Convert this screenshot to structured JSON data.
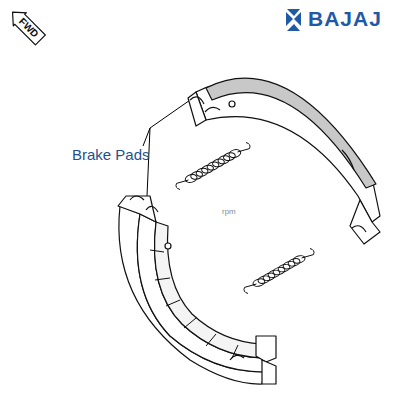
{
  "diagram": {
    "nodes": [
      {
        "text": [
          "FWD"
        ]
      }
    ],
    "labels": [
      "BAJAJ",
      "Brake Pads",
      "rpm"
    ]
  }
}
